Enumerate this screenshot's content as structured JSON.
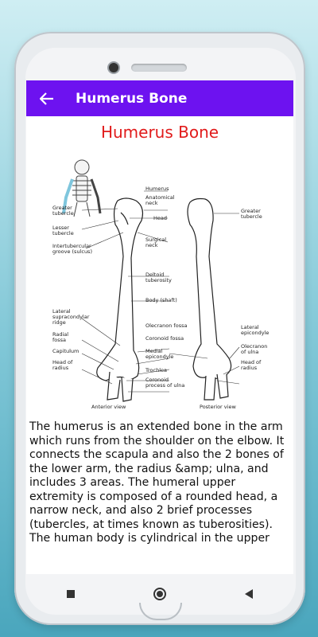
{
  "app_bar": {
    "title": "Humerus Bone",
    "back_icon": "arrow-back-icon"
  },
  "content": {
    "heading": "Humerus Bone",
    "body": "The humerus is an extended bone in the arm which runs from the shoulder on the elbow. It connects the scapula and also the 2 bones of the lower arm, the radius &amp; ulna, and includes 3 areas. The humeral upper extremity is composed of a rounded head, a narrow neck, and also 2 brief processes (tubercles, at times known as tuberosities). The human body is cylindrical in the upper"
  },
  "figure": {
    "labels": {
      "humerus": "Humerus",
      "anatomical_neck": "Anatomical neck",
      "greater_tubercle_left": "Greater tubercle",
      "greater_tubercle_right": "Greater tubercle",
      "head": "Head",
      "lesser_tubercle": "Lesser tubercle",
      "surgical_neck": "Surgical neck",
      "intertubercular_groove": "Intertubercular groove (sulcus)",
      "deltoid_tuberosity": "Deltoid tuberosity",
      "body_shaft": "Body (shaft)",
      "lateral_supracondylar_ridge": "Lateral supracondylar ridge",
      "olecranon_fossa": "Olecranon fossa",
      "lateral_epicondyle": "Lateral epicondyle",
      "radial_fossa": "Radial fossa",
      "coronoid_fossa": "Coronoid fossa",
      "olecranon_of_ulna": "Olecranon of ulna",
      "capitulum": "Capitulum",
      "medial_epicondyle": "Medial epicondyle",
      "head_of_radius_left": "Head of radius",
      "head_of_radius_right": "Head of radius",
      "trochlea": "Trochlea",
      "coronoid_process": "Coronoid process of ulna",
      "anterior_view": "Anterior view",
      "posterior_view": "Posterior view"
    }
  },
  "nav": {
    "recents_icon": "square-icon",
    "home_icon": "circle-icon",
    "back_icon": "triangle-back-icon"
  },
  "colors": {
    "app_bar": "#6d12f0",
    "heading": "#e11b1b"
  }
}
